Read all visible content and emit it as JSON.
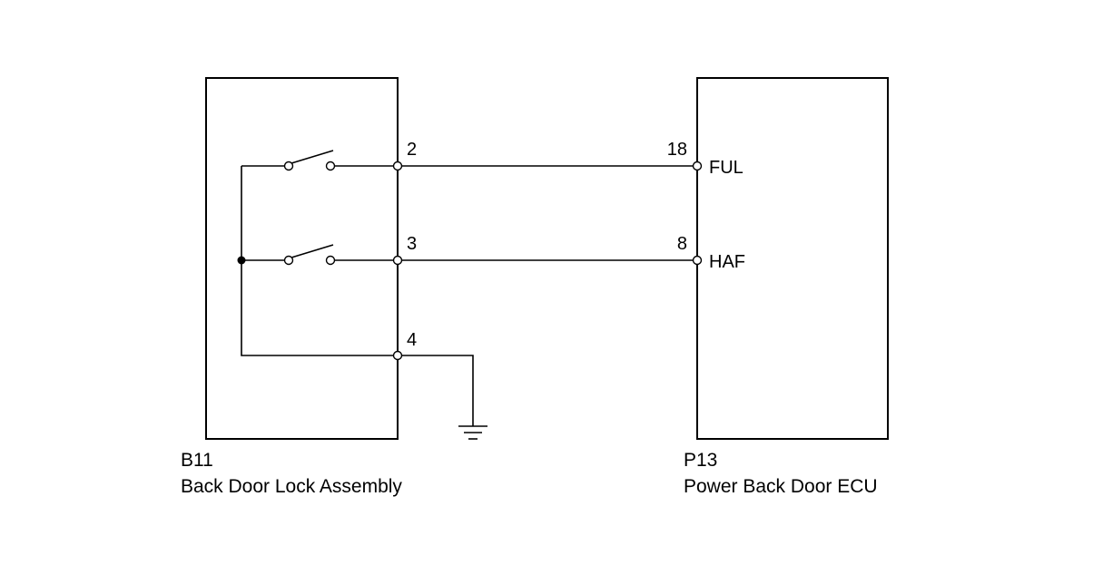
{
  "connectors": {
    "b11": {
      "code": "B11",
      "name": "Back Door Lock Assembly"
    },
    "p13": {
      "code": "P13",
      "name": "Power Back Door ECU"
    }
  },
  "pins": {
    "b11_pin2": "2",
    "b11_pin3": "3",
    "b11_pin4": "4",
    "p13_pin18": "18",
    "p13_pin8": "8"
  },
  "signals": {
    "ful": "FUL",
    "haf": "HAF"
  }
}
